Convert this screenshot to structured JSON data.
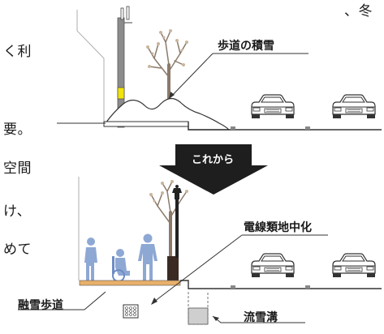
{
  "left_text": {
    "line1": "、冬",
    "line2": "く利",
    "line3": "要。",
    "line4": "空間",
    "line5": "け、",
    "line6": "めて"
  },
  "labels": {
    "snow_on_sidewalk": "歩道の積雪",
    "transition": "これから",
    "undergrounding": "電線類地中化",
    "snowmelt_sidewalk": "融雪歩道",
    "snow_drain": "流雪溝"
  },
  "colors": {
    "arrow": "#1e1e1e",
    "people": "#8ea8d4",
    "pavement": "#e8b06a",
    "trunk": "#8b7a6a",
    "pole": "#8c8c8c",
    "pole_marker": "#f2e30a"
  }
}
